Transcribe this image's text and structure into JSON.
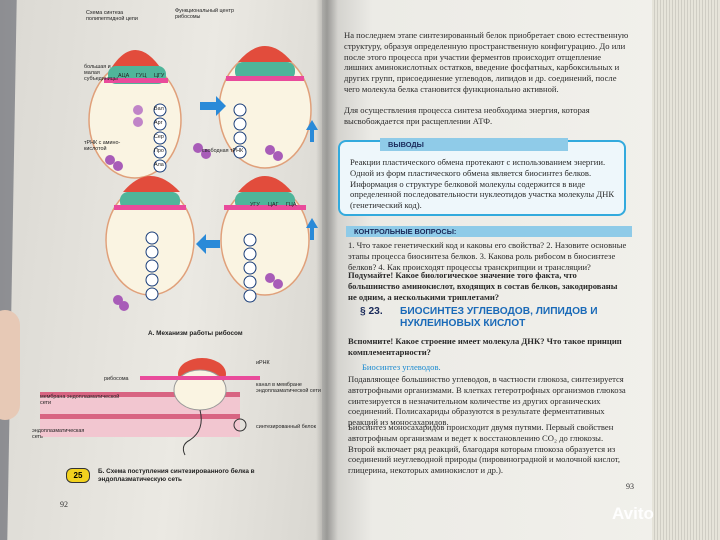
{
  "left_page": {
    "diagram_labels": {
      "synthesis_scheme": "Схема синтеза полипептидной цепи",
      "functional_center": "Функциональный центр рибосомы",
      "subunits": "большая и малая субъединицы",
      "trna_amino": "тРНК с амино-кислотой",
      "free_trna": "свободная тРНК",
      "codons_top": [
        "АЦА",
        "ГУЦ",
        "ЦГУ"
      ],
      "anticodons": [
        "УГУ",
        "ЦАГ",
        "ГЦА"
      ],
      "amino_acids": [
        "Вал",
        "Арг",
        "Сер",
        "Про",
        "Ала"
      ],
      "mrna": "иРНК",
      "ribosome": "рибосома",
      "channel": "канал в мембране эндоплазматической сети",
      "membrane": "мембрана эндоплазматической сети",
      "er": "эндоплазматическая сеть",
      "synth_protein": "синтезированный белок"
    },
    "caption_a": "А. Механизм работы рибосом",
    "caption_b": "Б. Схема поступления синтезированного белка в эндоплазматическую сеть",
    "badge": "25",
    "page_number": "92"
  },
  "right_page": {
    "para1": "На последнем этапе синтезированный белок приобретает свою естественную структуру, образуя определенную пространственную конфигурацию. До или после этого процесса при участии ферментов происходит отщепление лишних аминокислотных остатков, введение фосфатных, карбоксильных и других групп, присоединение углеводов, липидов и др. соединений, после чего молекула белка становится функционально активной.",
    "para2": "Для осуществления процесса синтеза необходима энергия, которая высвобождается при расщеплении АТФ.",
    "conclusions_title": "ВЫВОДЫ",
    "conclusions_text": "Реакции пластического обмена протекают с использованием энергии. Одной из форм пластического обмена является биосинтез белков. Информация о структуре белковой молекулы содержится в виде определенной последовательности нуклеотидов участка молекулы ДНК (генетический код).",
    "questions_title": "КОНТРОЛЬНЫЕ ВОПРОСЫ:",
    "questions_text": "1. Что такое генетический код и каковы его свойства? 2. Назовите основные этапы процесса биосинтеза белков. 3. Какова роль рибосом в биосинтезе белков? 4. Как происходят процессы транскрипции и трансляции?",
    "think": "Подумайте! Какое биологическое значение того факта, что большинство аминокислот, входящих в состав белков, закодированы не одним, а несколькими триплетами?",
    "section_number": "§ 23.",
    "section_title": "БИОСИНТЕЗ УГЛЕВОДОВ, ЛИПИДОВ И НУКЛЕИНОВЫХ КИСЛОТ",
    "recall": "Вспомните! Какое строение имеет молекула ДНК? Что такое принцип комплементарности?",
    "carb_heading": "Биосинтез углеводов.",
    "carb_text": "Подавляющее большинство углеводов, в частности глюкоза, синтезируется автотрофными организмами. В клетках гетеротрофных организмов глюкоза синтезируется в незначительном количестве из других органических соединений. Полисахариды образуются в результате ферментативных реакций из моносахаридов.",
    "mono_text": "Биосинтез моносахаридов происходит двумя путями. Первый свойствен автотрофным организмам и ведет к восстановлению CO₂ до глюкозы. Второй включает ряд реакций, благодаря которым глюкоза образуется из соединений неуглеводной природы (пировиноградной и молочной кислот, глицерина, некоторых аминокислот и др.).",
    "page_number": "93"
  },
  "watermark": "Avito"
}
